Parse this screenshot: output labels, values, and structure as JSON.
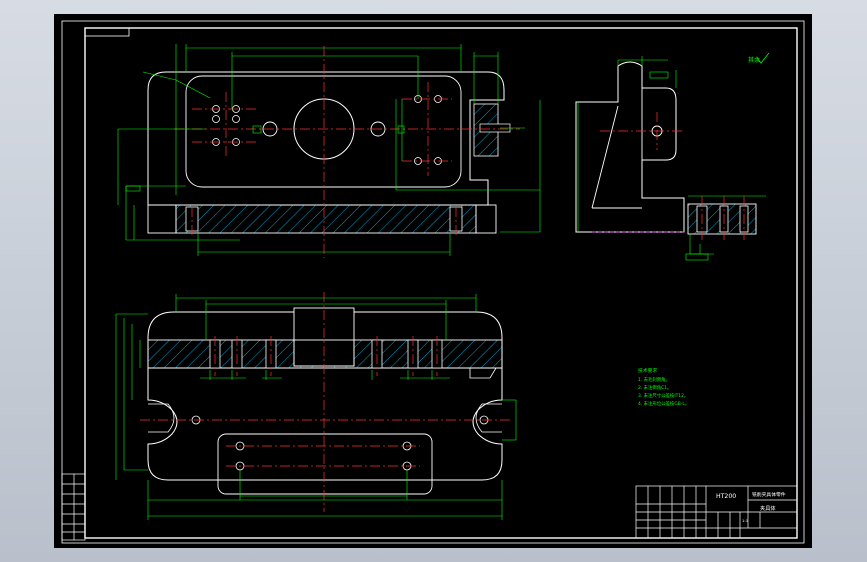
{
  "colors": {
    "viewport_bg": "#c7cdd6",
    "paper": "#000000",
    "frame": "#ffffff",
    "dimension": "#00ff00",
    "centerline": "#ff0000",
    "hatch": "#00ffff",
    "outline": "#ffffff",
    "notes": "#00ff00",
    "hidden": "#ff00ff"
  },
  "notes": {
    "title": "技术要求",
    "lines": [
      "1. 去毛刺倒角。",
      "2. 未注倒角C1。",
      "3. 未注尺寸公差按IT12。",
      "4. 未注形位公差按GB-L。"
    ]
  },
  "title_block": {
    "material": "HT200",
    "part_name": "铣削夹具体零件",
    "drawing_name": "夹具体",
    "scale": "1:1"
  }
}
